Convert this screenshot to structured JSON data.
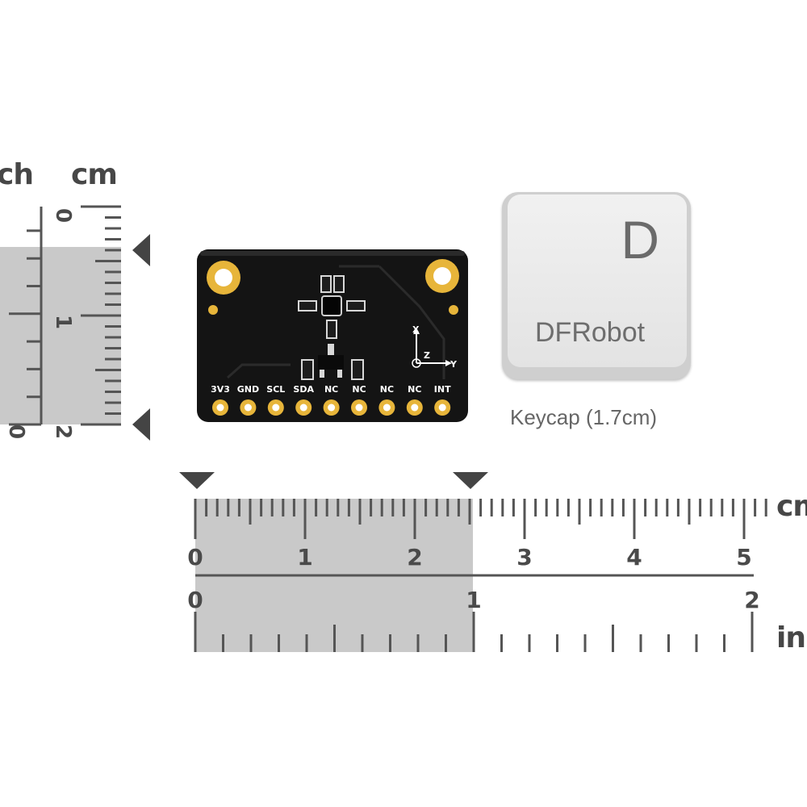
{
  "vertical_ruler": {
    "inch_unit": "ch",
    "cm_unit": "cm",
    "cm_labels": [
      "2",
      "1",
      "0"
    ],
    "inch_labels": [
      "0"
    ]
  },
  "board": {
    "pins": [
      "3V3",
      "GND",
      "SCL",
      "SDA",
      "NC",
      "NC",
      "NC",
      "NC",
      "INT"
    ],
    "axes": {
      "x": "X",
      "y": "Y",
      "z": "Z"
    },
    "colors": {
      "pcb": "#141414",
      "gold": "#e7b53a",
      "silk": "#ffffff"
    }
  },
  "keycap": {
    "letter": "D",
    "brand": "DFRobot",
    "caption": "Keycap (1.7cm)"
  },
  "horizontal_ruler": {
    "cm_unit": "cm",
    "inch_unit": "in",
    "cm_labels": [
      "0",
      "1",
      "2",
      "3",
      "4",
      "5"
    ],
    "inch_labels": [
      "0",
      "1",
      "2"
    ],
    "highlight_color": "#c9c9c9"
  }
}
